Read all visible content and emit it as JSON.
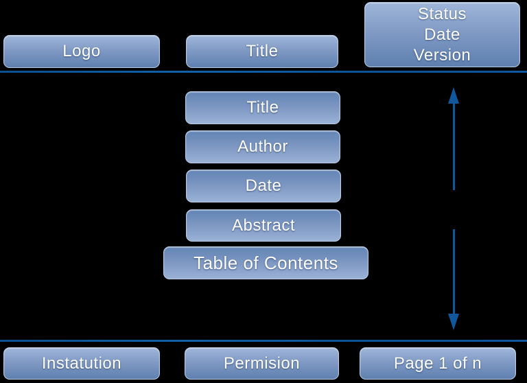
{
  "colors": {
    "background": "#000000",
    "divider_line": "#0f579f",
    "arrow": "#10579e",
    "box_gradient_light": "#9fb6d9",
    "box_gradient_dark": "#5e80af",
    "box_border": "#b9cbe7",
    "text": "#ffffff"
  },
  "icons": {
    "vertical_span_arrow": "vertical-double-headed-arrow"
  },
  "top_row": {
    "logo": "Logo",
    "title": "Title",
    "status": {
      "lines": [
        "Status",
        "Date",
        "Version"
      ]
    }
  },
  "body": {
    "title": "Title",
    "author": "Author",
    "date": "Date",
    "abstract": "Abstract",
    "toc": "Table of Contents"
  },
  "bottom_row": {
    "institution": "Instatution",
    "permission": "Permision",
    "page": "Page 1 of n"
  }
}
